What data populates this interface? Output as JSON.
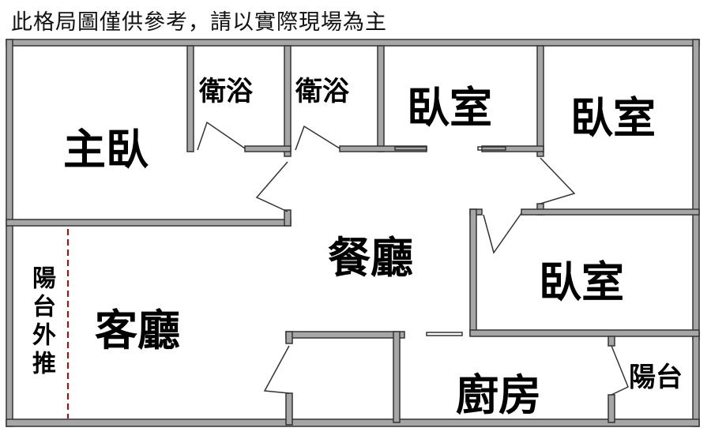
{
  "notice": "此格局圖僅供參考，請以實際現場為主",
  "rooms": {
    "master_bedroom": "主臥",
    "bathroom_1": "衛浴",
    "bathroom_2": "衛浴",
    "bedroom_1": "臥室",
    "bedroom_2": "臥室",
    "bedroom_3": "臥室",
    "dining_room": "餐廳",
    "living_room": "客廳",
    "balcony_extension": "陽台外推",
    "kitchen": "廚房",
    "balcony": "陽台"
  },
  "colors": {
    "wall": "#a6a6a6",
    "dashed_line": "#cc0000"
  }
}
